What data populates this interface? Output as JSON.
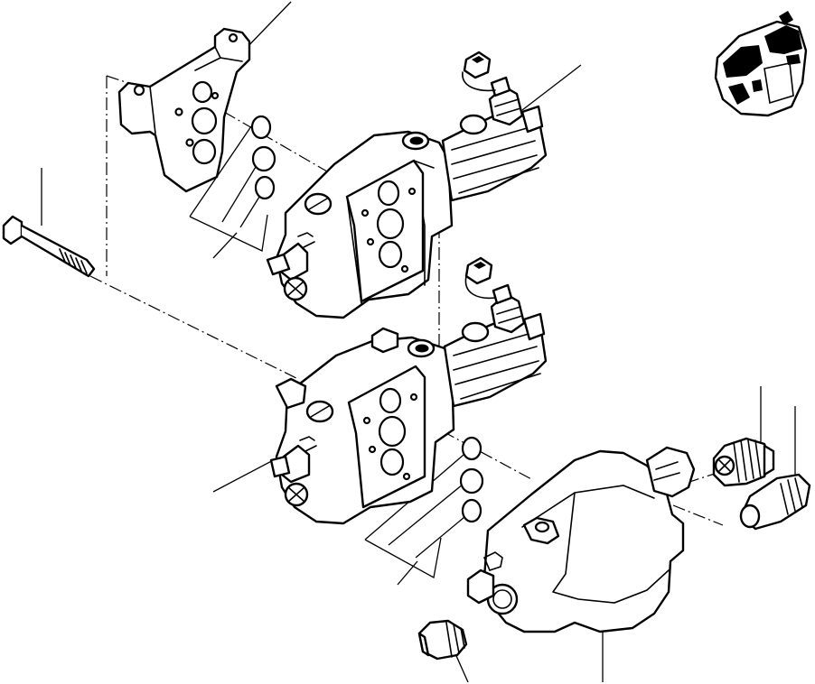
{
  "figure": {
    "type": "exploded-parts-diagram",
    "colors": {
      "ink": "#000000",
      "paper": "#ffffff"
    },
    "parts": [
      {
        "name": "end-plate-bracket"
      },
      {
        "name": "o-ring-set-upper"
      },
      {
        "name": "control-valve-section-upper"
      },
      {
        "name": "solenoid-upper"
      },
      {
        "name": "electrical-connector-upper"
      },
      {
        "name": "tie-bolt"
      },
      {
        "name": "control-valve-section-lower"
      },
      {
        "name": "solenoid-lower"
      },
      {
        "name": "electrical-connector-lower"
      },
      {
        "name": "o-ring-set-lower"
      },
      {
        "name": "inlet-cover"
      },
      {
        "name": "relief-valve-cartridge"
      },
      {
        "name": "pressure-switch"
      },
      {
        "name": "plug-fitting"
      },
      {
        "name": "location-thumbnail"
      }
    ]
  }
}
